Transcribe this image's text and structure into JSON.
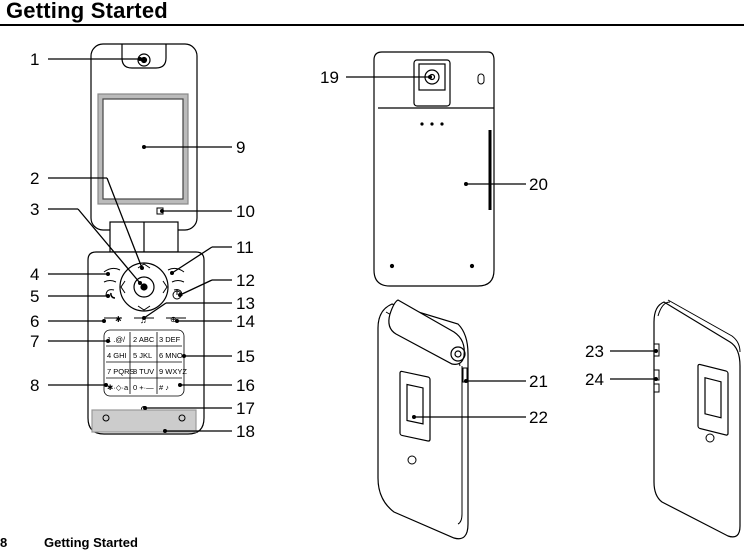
{
  "header": {
    "title": "Getting Started"
  },
  "footer": {
    "page_number": "8",
    "section": "Getting Started"
  },
  "callouts": [
    "1",
    "2",
    "3",
    "4",
    "5",
    "6",
    "7",
    "8",
    "9",
    "10",
    "11",
    "12",
    "13",
    "14",
    "15",
    "16",
    "17",
    "18",
    "19",
    "20",
    "21",
    "22",
    "23",
    "24"
  ],
  "keypad": {
    "keys": [
      "1 .@/",
      "2 ABC",
      "3 DEF",
      "4 GHI",
      "5 JKL",
      "6 MNO",
      "7 PQRS",
      "8 TUV",
      "9 WXYZ",
      "✱·◇·a",
      "0 +·—",
      "# ♪"
    ]
  }
}
